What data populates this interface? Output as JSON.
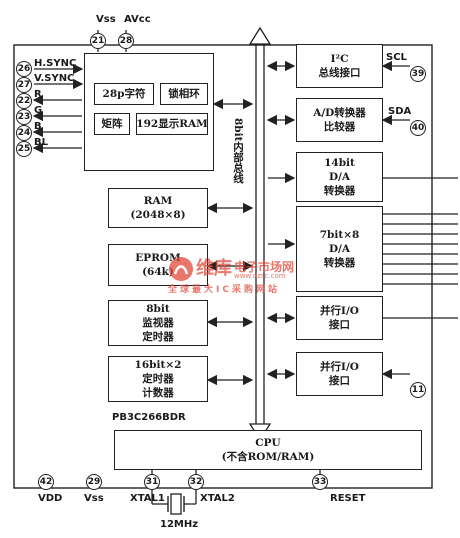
{
  "pins_top": {
    "vss": {
      "label": "Vss",
      "num": "21"
    },
    "avcc": {
      "label": "AVcc",
      "num": "28"
    }
  },
  "pins_left": [
    {
      "label": "H.SYNC",
      "num": "26"
    },
    {
      "label": "V.SYNC",
      "num": "27"
    },
    {
      "label": "R",
      "num": "22"
    },
    {
      "label": "G",
      "num": "23"
    },
    {
      "label": "B",
      "num": "24"
    },
    {
      "label": "BL",
      "num": "25"
    }
  ],
  "osd": {
    "chars": "28p字符",
    "pll": "锁相环",
    "matrix": "矩阵",
    "ram192": "192显示RAM"
  },
  "bus_label": "8bit内部总线",
  "ram": {
    "line1": "RAM",
    "line2": "(2048×8)"
  },
  "eprom": {
    "line1": "EPROM",
    "line2": "(64k)"
  },
  "watchdog": {
    "line1": "8bit",
    "line2": "监视器",
    "line3": "定时器"
  },
  "timer16": {
    "line1": "16bit×2",
    "line2": "定时器",
    "line3": "计数器"
  },
  "chip_name": "PB3C266BDR",
  "i2c": {
    "line1": "I²C",
    "line2": "总线接口",
    "pin_label": "SCL",
    "pin_num": "39"
  },
  "adc": {
    "line1": "A/D转换器",
    "line2": "比较器",
    "pin_label": "SDA",
    "pin_num": "40"
  },
  "dac14": {
    "line1": "14bit",
    "line2": "D/A",
    "line3": "转换器"
  },
  "dac7": {
    "line1": "7bit×8",
    "line2": "D/A",
    "line3": "转换器"
  },
  "pio1": {
    "line1": "并行I/O",
    "line2": "接口"
  },
  "pio2": {
    "line1": "并行I/O",
    "line2": "接口",
    "pin_num": "11"
  },
  "cpu": {
    "line1": "CPU",
    "line2": "(不含ROM/RAM)"
  },
  "pins_bottom": [
    {
      "label": "VDD",
      "num": "42"
    },
    {
      "label": "Vss",
      "num": "29"
    },
    {
      "label": "XTAL1",
      "num": "31"
    },
    {
      "label": "XTAL2",
      "num": "32"
    },
    {
      "label": "RESET",
      "num": "33"
    }
  ],
  "crystal": "12MHz",
  "watermark": {
    "brand": "维库",
    "brand2": "电子市场网",
    "url": "www.dzsc.com",
    "slogan": "全球最大IC采购网站"
  }
}
